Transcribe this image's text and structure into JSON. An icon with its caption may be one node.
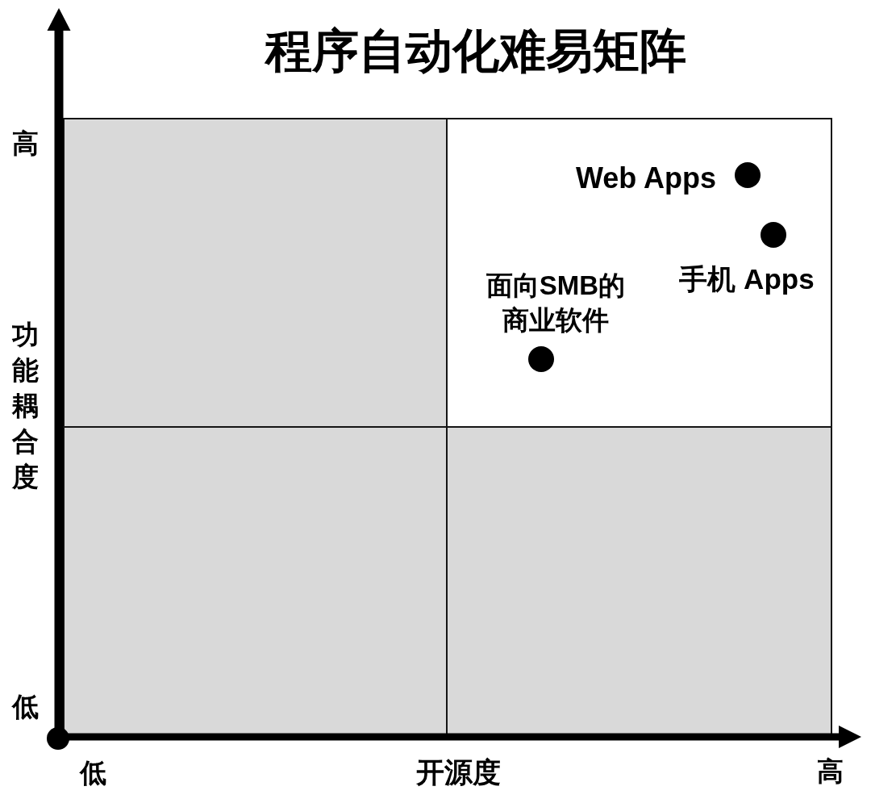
{
  "diagram": {
    "title": "程序自动化难易矩阵",
    "nodes": [
      {
        "text": [],
        "shape": "box"
      },
      {
        "text": [],
        "shape": "box"
      },
      {
        "text": [],
        "shape": "circle",
        "in": 1,
        "beside": [
          "Web Apps"
        ]
      },
      {
        "text": [],
        "shape": "circle",
        "in": 1,
        "beside": [
          "手机 Apps"
        ]
      },
      {
        "text": [],
        "shape": "circle",
        "in": 1,
        "beside": [
          "面向SMB的商业软件"
        ]
      },
      {
        "text": [],
        "shape": "box"
      },
      {
        "text": [],
        "shape": "box"
      }
    ],
    "labels": [
      "高",
      "功能耦合度",
      "低",
      "低",
      "开源度",
      "高"
    ]
  }
}
